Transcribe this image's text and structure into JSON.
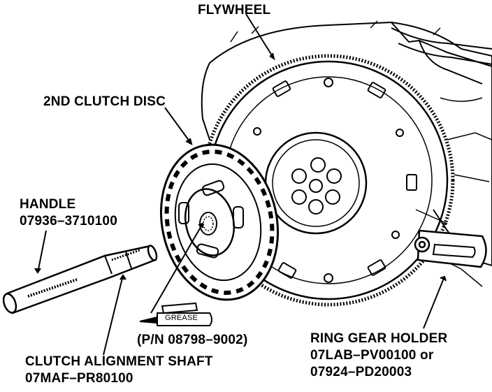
{
  "labels": {
    "flywheel": "FLYWHEEL",
    "second_clutch_disc": "2ND CLUTCH DISC",
    "handle_title": "HANDLE",
    "handle_part": "07936–3710100",
    "grease_tag": "GREASE",
    "grease_part": "(P/N 08798–9002)",
    "shaft_title": "CLUTCH ALIGNMENT SHAFT",
    "shaft_part": "07MAF–PR80100",
    "ring_title": "RING GEAR HOLDER",
    "ring_part_1": "07LAB–PV00100 or",
    "ring_part_2": "07924–PD20003"
  },
  "colors": {
    "ink": "#000000",
    "paper": "#ffffff"
  }
}
